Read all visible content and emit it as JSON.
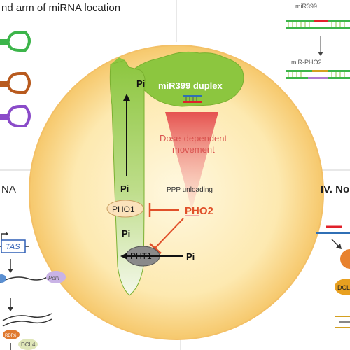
{
  "panels": {
    "top_left_title": "nd arm of miRNA location",
    "mid_left_title": "NA",
    "mid_right_title": "IV. No"
  },
  "center": {
    "duplex_label": "miR399 duplex",
    "dose_label_line1": "Dose-dependent",
    "dose_label_line2": "movement",
    "ppp_label": "PPP unloading",
    "pi_top": "Pi",
    "pi_mid": "Pi",
    "pi_low": "Pi",
    "pi_right": "Pi",
    "pho1": "PHO1",
    "pho2": "PHO2",
    "pht1": "PHT1"
  },
  "top_right": {
    "mir399": "miR399",
    "mir_pho2": "miR-PHO2"
  },
  "bottom_left": {
    "tas": "TAS",
    "pol": "PolII",
    "dcl4": "DCL4",
    "rdr6": "RDR6"
  },
  "bottom_right": {
    "dcl": "DCL"
  },
  "colors": {
    "circle_center": "#fff6d8",
    "circle_edge": "#f5c46a",
    "shoot_green": "#8cc63f",
    "repress_red": "#e0502a",
    "dose_red": "#d9534f",
    "blue_text": "#2f6fb5"
  }
}
